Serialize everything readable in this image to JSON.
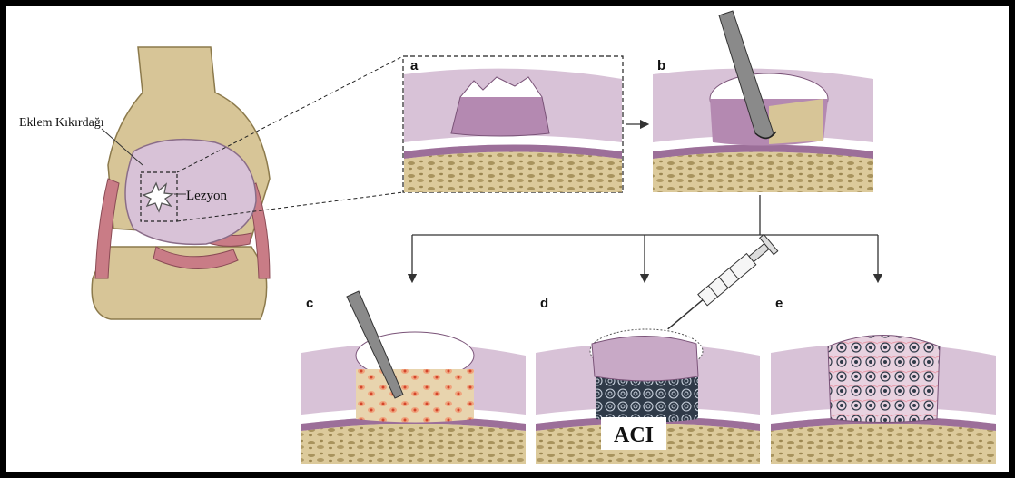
{
  "figure": {
    "knee_label_cartilage": "Eklem Kıkırdağı",
    "knee_label_lesion": "Lezyon",
    "panels": [
      {
        "id": "a",
        "label": "a"
      },
      {
        "id": "b",
        "label": "b"
      },
      {
        "id": "c",
        "label": "c"
      },
      {
        "id": "d",
        "label": "d"
      },
      {
        "id": "e",
        "label": "e"
      }
    ],
    "aci_label": "ACI"
  },
  "colors": {
    "bone": "#d7c597",
    "bone_dark": "#a8935d",
    "cartilage": "#d8c2d7",
    "cartilage_dark": "#9c6f99",
    "lesion": "#b489b1",
    "ligament": "#c97c86",
    "cell_blue": "#2f3a48",
    "border": "#000000"
  }
}
